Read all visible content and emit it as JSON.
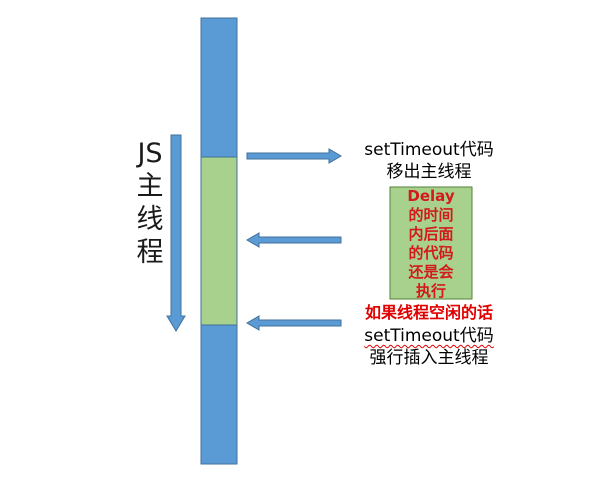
{
  "js_thread_label": [
    "JS",
    "主",
    "线",
    "程"
  ],
  "top_label": [
    "setTimeout代码",
    "移出主线程"
  ],
  "delay_box_text": [
    "Delay",
    "的时间",
    "内后面",
    "的代码",
    "还是会",
    "执行"
  ],
  "idle_label": "如果线程空闲的话",
  "bottom_label": [
    "setTimeout代码",
    "强行插入主线程"
  ],
  "colors": {
    "main_thread": "#5b9bd5",
    "main_thread_border": "#41719c",
    "delay_segment": "#a9d18e",
    "delay_box_fill": "#a9d18e",
    "delay_box_border": "#538135",
    "delay_text": "#d21a1a",
    "idle_text": "#e00000"
  }
}
